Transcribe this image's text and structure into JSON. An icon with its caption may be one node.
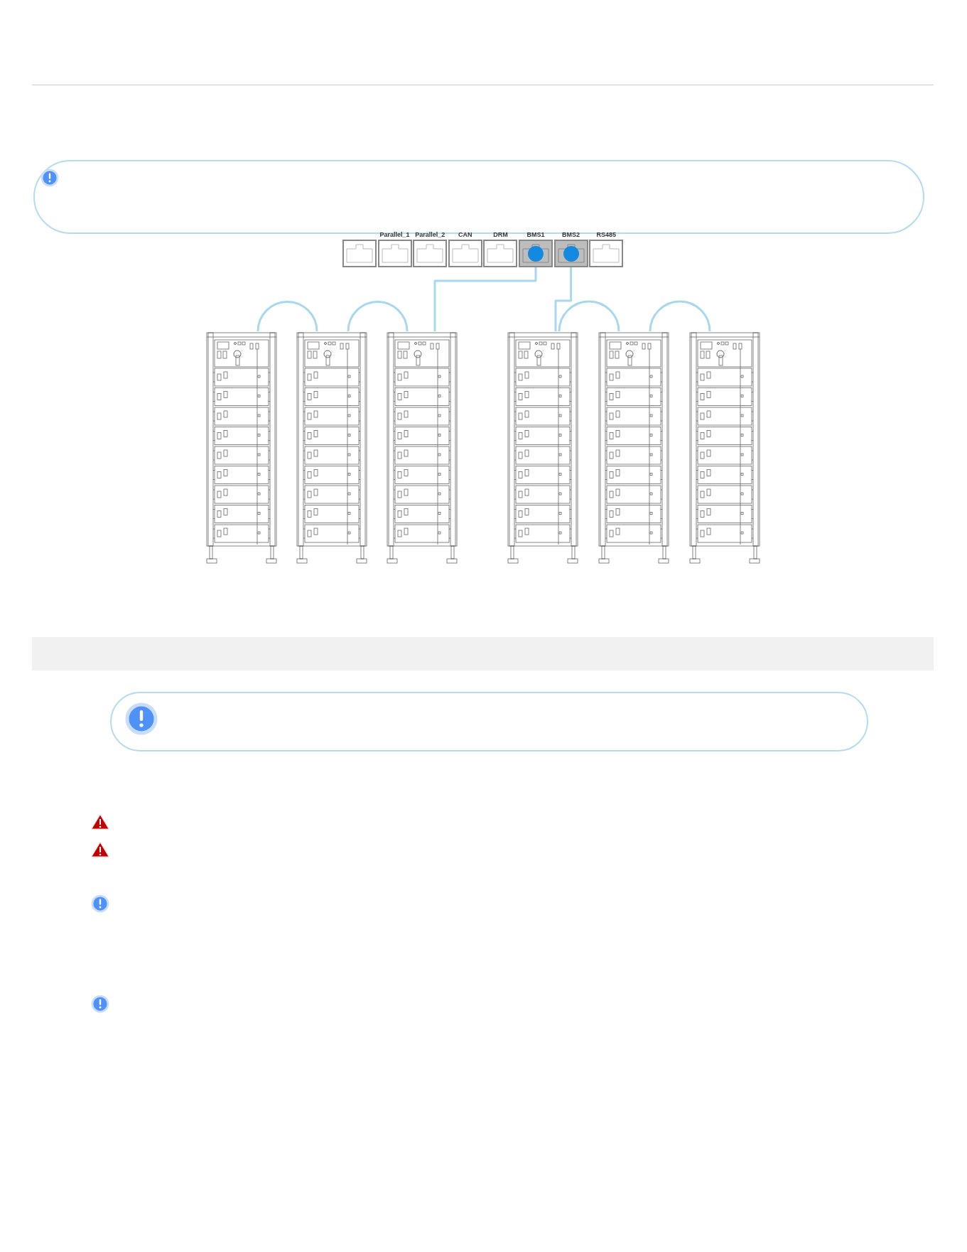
{
  "diagram": {
    "nodes": [
      {
        "text": [],
        "shape": "box"
      },
      {
        "text": [
          "Parallel_1"
        ]
      },
      {
        "text": [
          "Parallel_2"
        ]
      },
      {
        "text": [
          "CAN"
        ]
      },
      {
        "text": [
          "DRM"
        ]
      },
      {
        "text": [
          "BMS1"
        ]
      },
      {
        "text": [
          "BMS2"
        ]
      },
      {
        "text": [
          "RS485"
        ]
      },
      {
        "text": [],
        "shape": "picture"
      },
      {
        "text": [],
        "shape": "picture"
      },
      {
        "text": [],
        "shape": "picture"
      },
      {
        "text": [],
        "shape": "picture"
      },
      {
        "text": [],
        "shape": "picture"
      },
      {
        "text": [],
        "shape": "picture"
      }
    ],
    "edges": [
      {
        "from": 5,
        "to": 10,
        "arrow": "none"
      },
      {
        "from": 6,
        "to": 11,
        "arrow": "none"
      },
      {
        "from": 8,
        "to": 9,
        "arrow": "none"
      },
      {
        "from": 9,
        "to": 10,
        "arrow": "none"
      },
      {
        "from": 11,
        "to": 12,
        "arrow": "none"
      },
      {
        "from": 12,
        "to": 13,
        "arrow": "none"
      }
    ]
  }
}
